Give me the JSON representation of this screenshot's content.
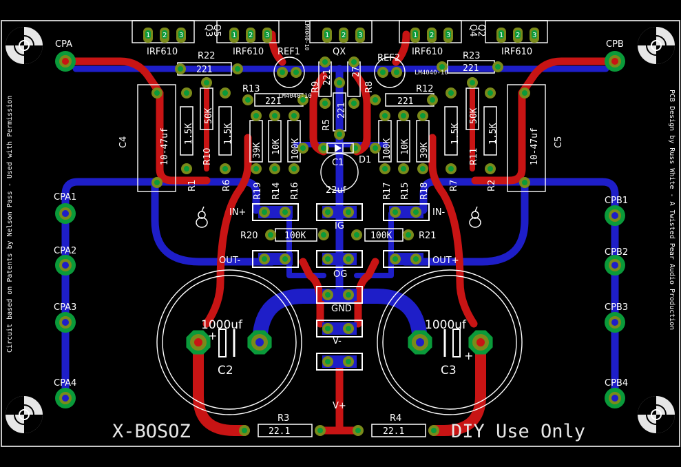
{
  "board": {
    "title": "X-BOSOZ",
    "note": "DIY Use Only",
    "credit_left": "Circuit based on Patents by Nelson Pass  -  Used with Permission",
    "credit_right": "PCB Design by Russ White - A Twisted Pear Audio Production"
  },
  "pads": {
    "cpa": "CPA",
    "cpb": "CPB",
    "cpa1": "CPA1",
    "cpa2": "CPA2",
    "cpa3": "CPA3",
    "cpa4": "CPA4",
    "cpb1": "CPB1",
    "cpb2": "CPB2",
    "cpb3": "CPB3",
    "cpb4": "CPB4"
  },
  "mosfets": {
    "q3": "Q3",
    "q5": "Q5",
    "q4": "Q4",
    "q2": "Q2",
    "qx": "QX",
    "part": "IRF610",
    "pin1": "1",
    "pin2": "2",
    "pin3": "3"
  },
  "references": {
    "ref1": "REF1",
    "ref2": "REF2",
    "part": "LM4040-10",
    "ref1_vertical": "LM4040-10"
  },
  "resistors": {
    "r1": "R1",
    "r2": "R2",
    "r3": "R3",
    "r4": "R4",
    "r5": "R5",
    "r6": "R6",
    "r7": "R7",
    "r8": "R8",
    "r9": "R9",
    "r10": "R10",
    "r11": "R11",
    "r12": "R12",
    "r13": "R13",
    "r14": "R14",
    "r15": "R15",
    "r16": "R16",
    "r17": "R17",
    "r18": "R18",
    "r19": "R19",
    "r20": "R20",
    "r21": "R21",
    "r22": "R22",
    "r23": "R23",
    "v221": "221",
    "v27": "27",
    "v15k": "1.5K",
    "v50k": "50K",
    "v39k": "39K",
    "v10k": "10K",
    "v100k": "100K",
    "v22_1": "22.1"
  },
  "capacitors": {
    "c1": "C1",
    "c2": "C2",
    "c3": "C3",
    "c4": "C4",
    "c5": "C5",
    "c1_value": "22uf",
    "big_value": "1000uf",
    "side_value": "10-47uf",
    "plus": "+"
  },
  "diode": {
    "d1": "D1"
  },
  "headers": {
    "in_plus": "IN+",
    "in_minus": "IN-",
    "ig": "IG",
    "out_minus": "OUT-",
    "out_plus": "OUT+",
    "og": "OG",
    "gnd": "GND",
    "v_minus": "V-",
    "v_plus": "V+"
  },
  "colors": {
    "background": "#000000",
    "top_copper": "#1e1ec8",
    "bottom_copper": "#c81414",
    "pad_ring": "#7a8a1a",
    "via": "#0a9a3a",
    "silkscreen": "#ffffff"
  }
}
